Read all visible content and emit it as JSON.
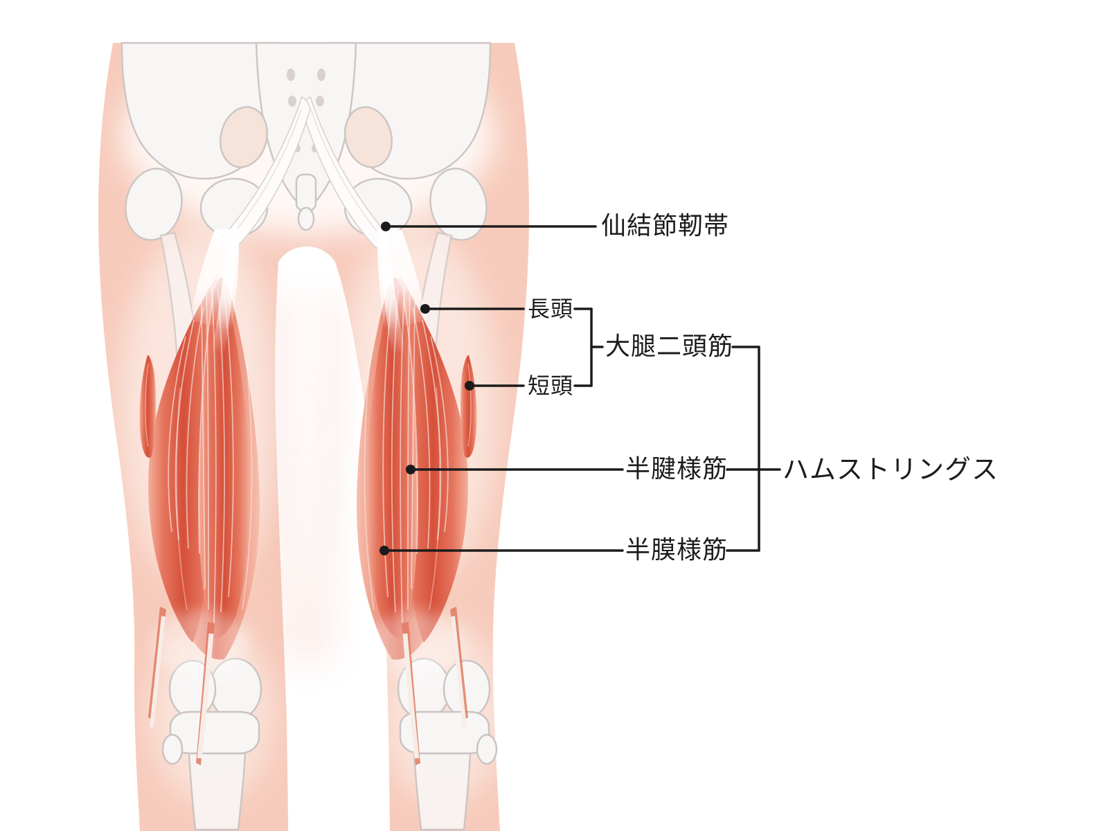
{
  "diagram": {
    "subject": "hamstring-anatomy-posterior-view",
    "labels": {
      "sacrotuberous": "仙結節靭帯",
      "long_head": "長頭",
      "short_head": "短頭",
      "biceps_femoris": "大腿二頭筋",
      "semitendinosus": "半腱様筋",
      "semimembranosus": "半膜様筋",
      "hamstrings": "ハムストリングス"
    },
    "colors": {
      "background": "#ffffff",
      "skin": "#f7cbbb",
      "bone": "#f8f6f5",
      "bone_outline": "#cbc6c4",
      "muscle_dark": "#d6503a",
      "muscle_mid": "#e5745c",
      "muscle_light": "#f4af9c",
      "label_line": "#1b1b1b"
    }
  }
}
